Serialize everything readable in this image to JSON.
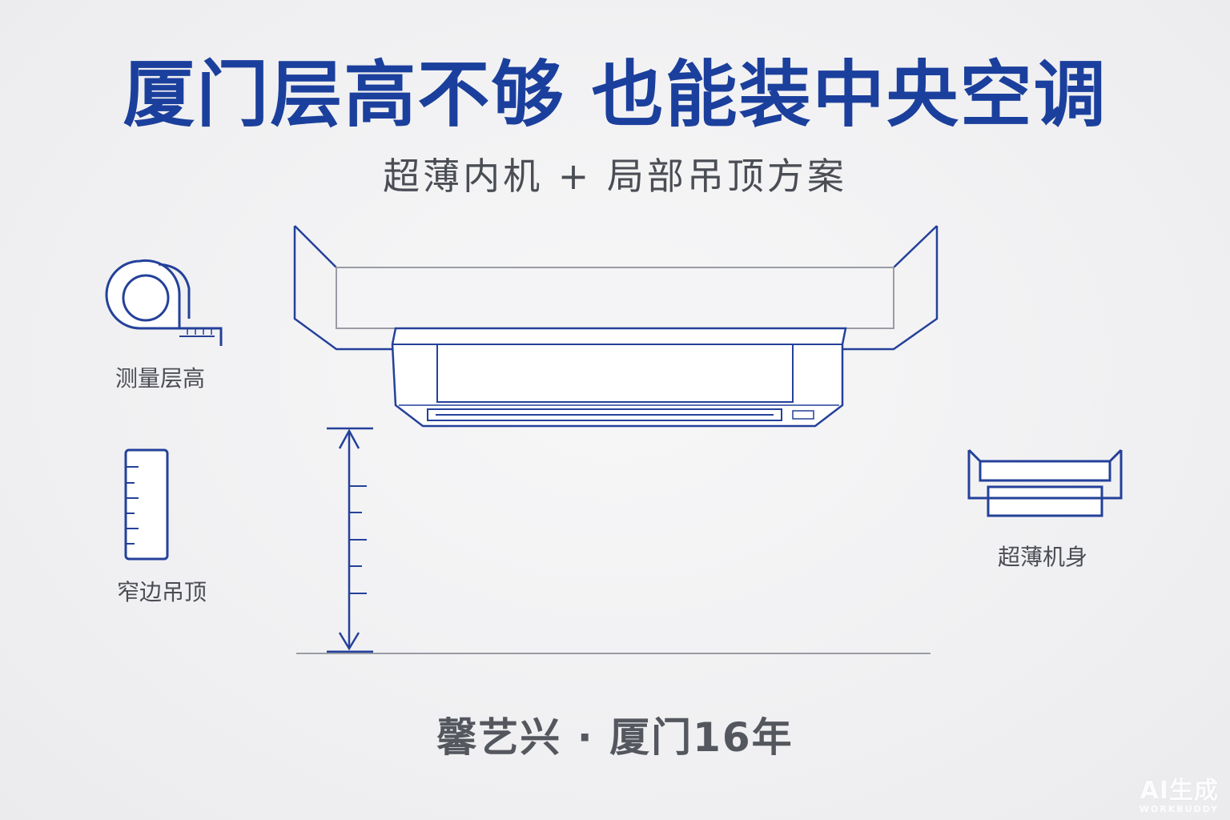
{
  "title": "厦门层高不够 也能装中央空调",
  "subtitle": "超薄内机 + 局部吊顶方案",
  "labels": {
    "measure_height": "测量层高",
    "narrow_ceiling": "窄边吊顶",
    "slim_body": "超薄机身"
  },
  "footer": "馨艺兴 · 厦门16年",
  "watermark": {
    "main": "AI生成",
    "sub": "WORKBUDDY"
  },
  "icons": {
    "tape_measure": "tape-measure-icon",
    "ruler": "ruler-icon",
    "slim_unit": "slim-unit-icon"
  },
  "colors": {
    "title_blue": "#1b3f9c",
    "line_blue": "#24419a",
    "gray_line": "#9a9ca4",
    "text_gray": "#4b4d55",
    "background": "#f1f1f3"
  }
}
